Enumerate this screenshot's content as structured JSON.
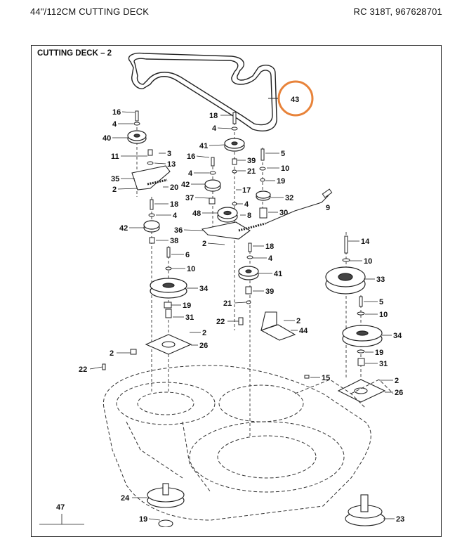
{
  "header": {
    "title": "44\"/112CM  CUTTING DECK",
    "model": "RC 318T, 967628701"
  },
  "section": {
    "title": "CUTTING DECK – 2"
  },
  "highlight": {
    "part": "43",
    "color": "#e8833a"
  },
  "callouts": [
    {
      "id": "c16a",
      "text": "16"
    },
    {
      "id": "c4a",
      "text": "4"
    },
    {
      "id": "c40",
      "text": "40"
    },
    {
      "id": "c11",
      "text": "11"
    },
    {
      "id": "c3",
      "text": "3"
    },
    {
      "id": "c13",
      "text": "13"
    },
    {
      "id": "c35",
      "text": "35"
    },
    {
      "id": "c2a",
      "text": "2"
    },
    {
      "id": "c20",
      "text": "20"
    },
    {
      "id": "c18a",
      "text": "18"
    },
    {
      "id": "c4b",
      "text": "4"
    },
    {
      "id": "c42a",
      "text": "42"
    },
    {
      "id": "c38",
      "text": "38"
    },
    {
      "id": "c6",
      "text": "6"
    },
    {
      "id": "c10a",
      "text": "10"
    },
    {
      "id": "c34a",
      "text": "34"
    },
    {
      "id": "c19a",
      "text": "19"
    },
    {
      "id": "c31a",
      "text": "31"
    },
    {
      "id": "c2b",
      "text": "2"
    },
    {
      "id": "c26a",
      "text": "26"
    },
    {
      "id": "c2c",
      "text": "2"
    },
    {
      "id": "c22a",
      "text": "22"
    },
    {
      "id": "c18b",
      "text": "18"
    },
    {
      "id": "c4c",
      "text": "4"
    },
    {
      "id": "c41a",
      "text": "41"
    },
    {
      "id": "c16b",
      "text": "16"
    },
    {
      "id": "c39a",
      "text": "39"
    },
    {
      "id": "c4d",
      "text": "4"
    },
    {
      "id": "c21a",
      "text": "21"
    },
    {
      "id": "c42b",
      "text": "42"
    },
    {
      "id": "c37",
      "text": "37"
    },
    {
      "id": "c17",
      "text": "17"
    },
    {
      "id": "c4e",
      "text": "4"
    },
    {
      "id": "c48",
      "text": "48"
    },
    {
      "id": "c8",
      "text": "8"
    },
    {
      "id": "c36",
      "text": "36"
    },
    {
      "id": "c2d",
      "text": "2"
    },
    {
      "id": "c5a",
      "text": "5"
    },
    {
      "id": "c10b",
      "text": "10"
    },
    {
      "id": "c19b",
      "text": "19"
    },
    {
      "id": "c32",
      "text": "32"
    },
    {
      "id": "c30",
      "text": "30"
    },
    {
      "id": "c9",
      "text": "9"
    },
    {
      "id": "c18c",
      "text": "18"
    },
    {
      "id": "c4f",
      "text": "4"
    },
    {
      "id": "c41b",
      "text": "41"
    },
    {
      "id": "c39b",
      "text": "39"
    },
    {
      "id": "c21b",
      "text": "21"
    },
    {
      "id": "c22b",
      "text": "22"
    },
    {
      "id": "c2e",
      "text": "2"
    },
    {
      "id": "c44",
      "text": "44"
    },
    {
      "id": "c14",
      "text": "14"
    },
    {
      "id": "c10c",
      "text": "10"
    },
    {
      "id": "c33",
      "text": "33"
    },
    {
      "id": "c5b",
      "text": "5"
    },
    {
      "id": "c10d",
      "text": "10"
    },
    {
      "id": "c34b",
      "text": "34"
    },
    {
      "id": "c19c",
      "text": "19"
    },
    {
      "id": "c31b",
      "text": "31"
    },
    {
      "id": "c2f",
      "text": "2"
    },
    {
      "id": "c26b",
      "text": "26"
    },
    {
      "id": "c15",
      "text": "15"
    },
    {
      "id": "c24",
      "text": "24"
    },
    {
      "id": "c19d",
      "text": "19"
    },
    {
      "id": "c47",
      "text": "47"
    },
    {
      "id": "c23",
      "text": "23"
    }
  ]
}
